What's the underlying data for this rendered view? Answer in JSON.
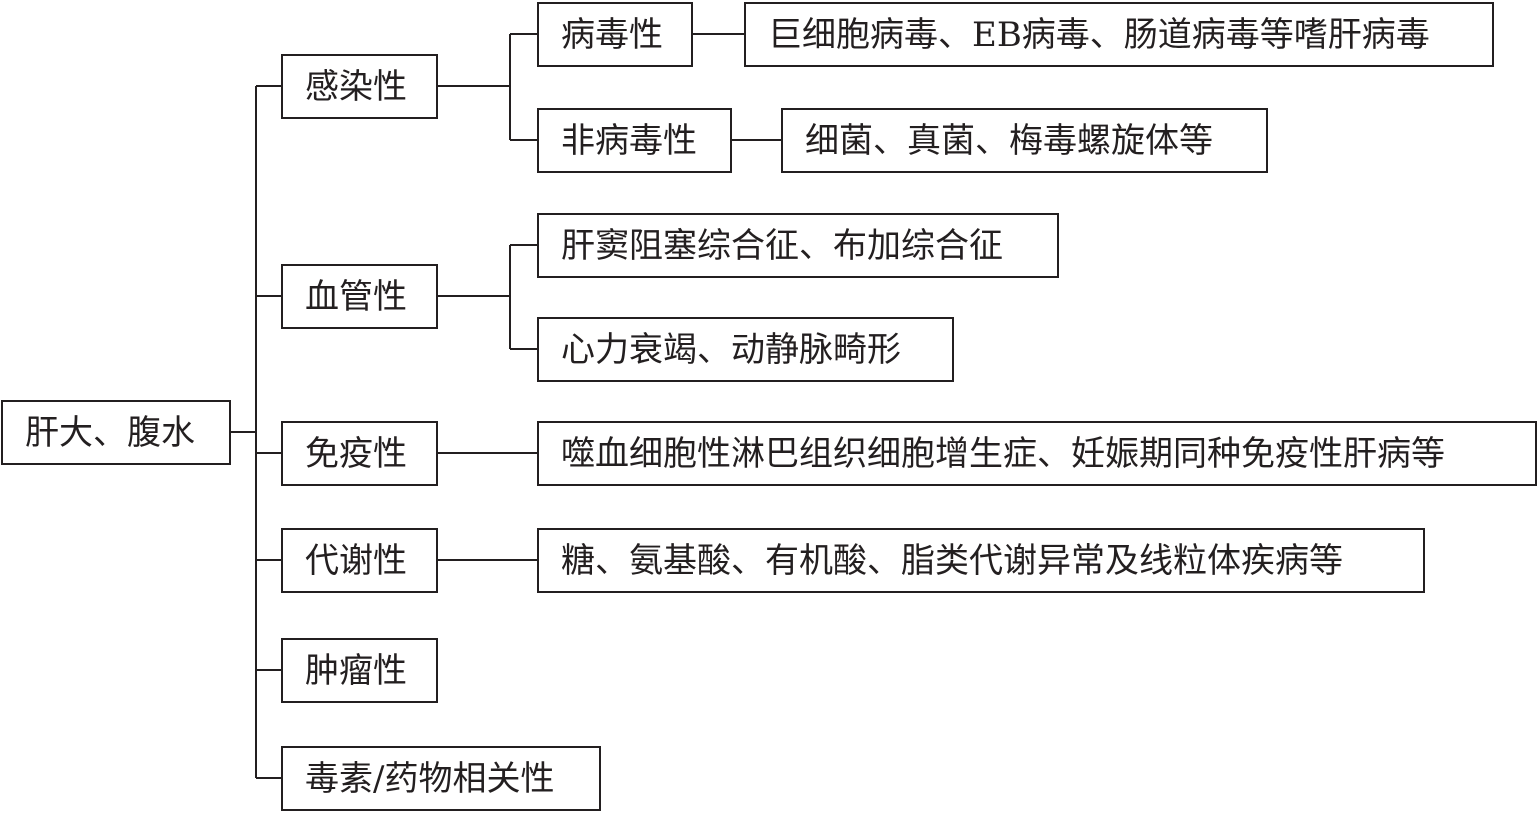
{
  "root": {
    "label": "肝大、腹水"
  },
  "categories": [
    {
      "label": "感染性",
      "children": [
        {
          "label": "病毒性",
          "detail": "巨细胞病毒、EB病毒、肠道病毒等嗜肝病毒"
        },
        {
          "label": "非病毒性",
          "detail": "细菌、真菌、梅毒螺旋体等"
        }
      ]
    },
    {
      "label": "血管性",
      "children": [
        {
          "label": "肝窦阻塞综合征、布加综合征"
        },
        {
          "label": "心力衰竭、动静脉畸形"
        }
      ]
    },
    {
      "label": "免疫性",
      "children": [
        {
          "label": "噬血细胞性淋巴组织细胞增生症、妊娠期同种免疫性肝病等"
        }
      ]
    },
    {
      "label": "代谢性",
      "children": [
        {
          "label": "糖、氨基酸、有机酸、脂类代谢异常及线粒体疾病等"
        }
      ]
    },
    {
      "label": "肿瘤性",
      "children": []
    },
    {
      "label": "毒素/药物相关性",
      "children": []
    }
  ]
}
